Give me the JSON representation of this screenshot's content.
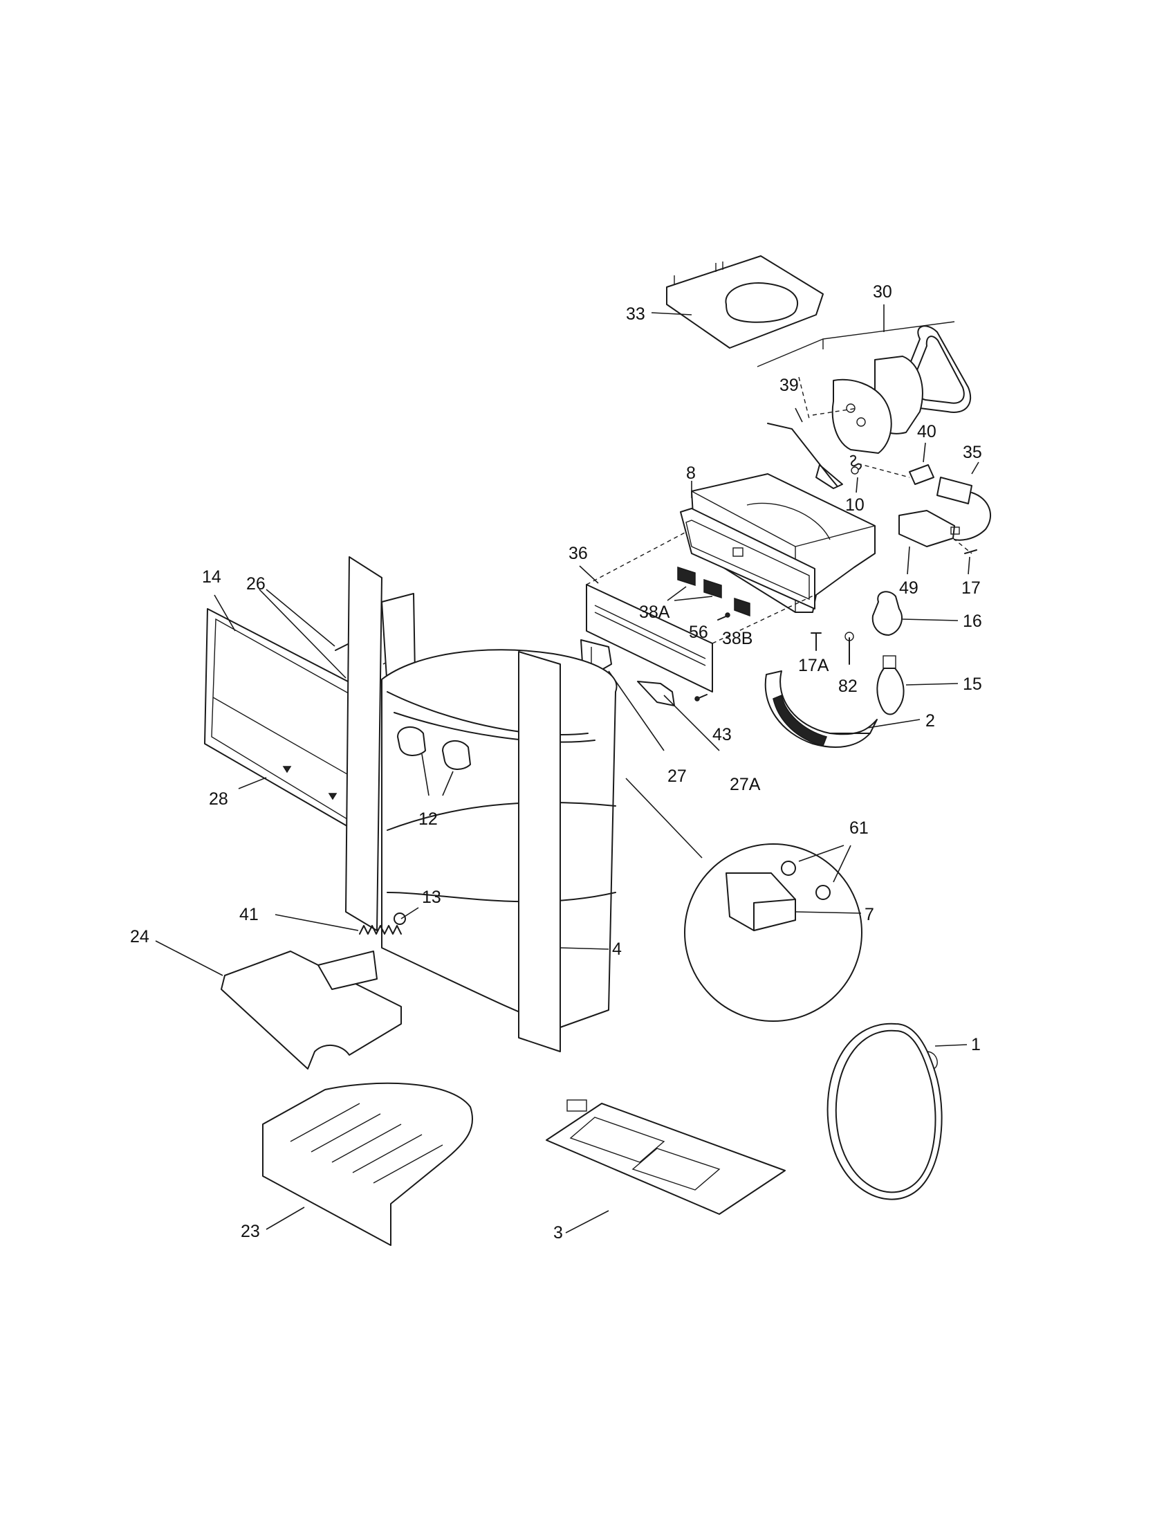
{
  "callouts": [
    {
      "id": "c33",
      "text": "33"
    },
    {
      "id": "c30",
      "text": "30"
    },
    {
      "id": "c39",
      "text": "39"
    },
    {
      "id": "c40",
      "text": "40"
    },
    {
      "id": "c35",
      "text": "35"
    },
    {
      "id": "c10",
      "text": "10"
    },
    {
      "id": "c8",
      "text": "8"
    },
    {
      "id": "c36",
      "text": "36"
    },
    {
      "id": "c49",
      "text": "49"
    },
    {
      "id": "c17",
      "text": "17"
    },
    {
      "id": "c38A",
      "text": "38A"
    },
    {
      "id": "c56",
      "text": "56"
    },
    {
      "id": "c38B",
      "text": "38B"
    },
    {
      "id": "c16",
      "text": "16"
    },
    {
      "id": "c17A",
      "text": "17A"
    },
    {
      "id": "c82",
      "text": "82"
    },
    {
      "id": "c15",
      "text": "15"
    },
    {
      "id": "c14",
      "text": "14"
    },
    {
      "id": "c26",
      "text": "26"
    },
    {
      "id": "c2",
      "text": "2"
    },
    {
      "id": "c43",
      "text": "43"
    },
    {
      "id": "c27",
      "text": "27"
    },
    {
      "id": "c27A",
      "text": "27A"
    },
    {
      "id": "c28",
      "text": "28"
    },
    {
      "id": "c12",
      "text": "12"
    },
    {
      "id": "c61",
      "text": "61"
    },
    {
      "id": "c7",
      "text": "7"
    },
    {
      "id": "c13",
      "text": "13"
    },
    {
      "id": "c41",
      "text": "41"
    },
    {
      "id": "c24",
      "text": "24"
    },
    {
      "id": "c4",
      "text": "4"
    },
    {
      "id": "c1",
      "text": "1"
    },
    {
      "id": "c23",
      "text": "23"
    },
    {
      "id": "c3",
      "text": "3"
    }
  ]
}
